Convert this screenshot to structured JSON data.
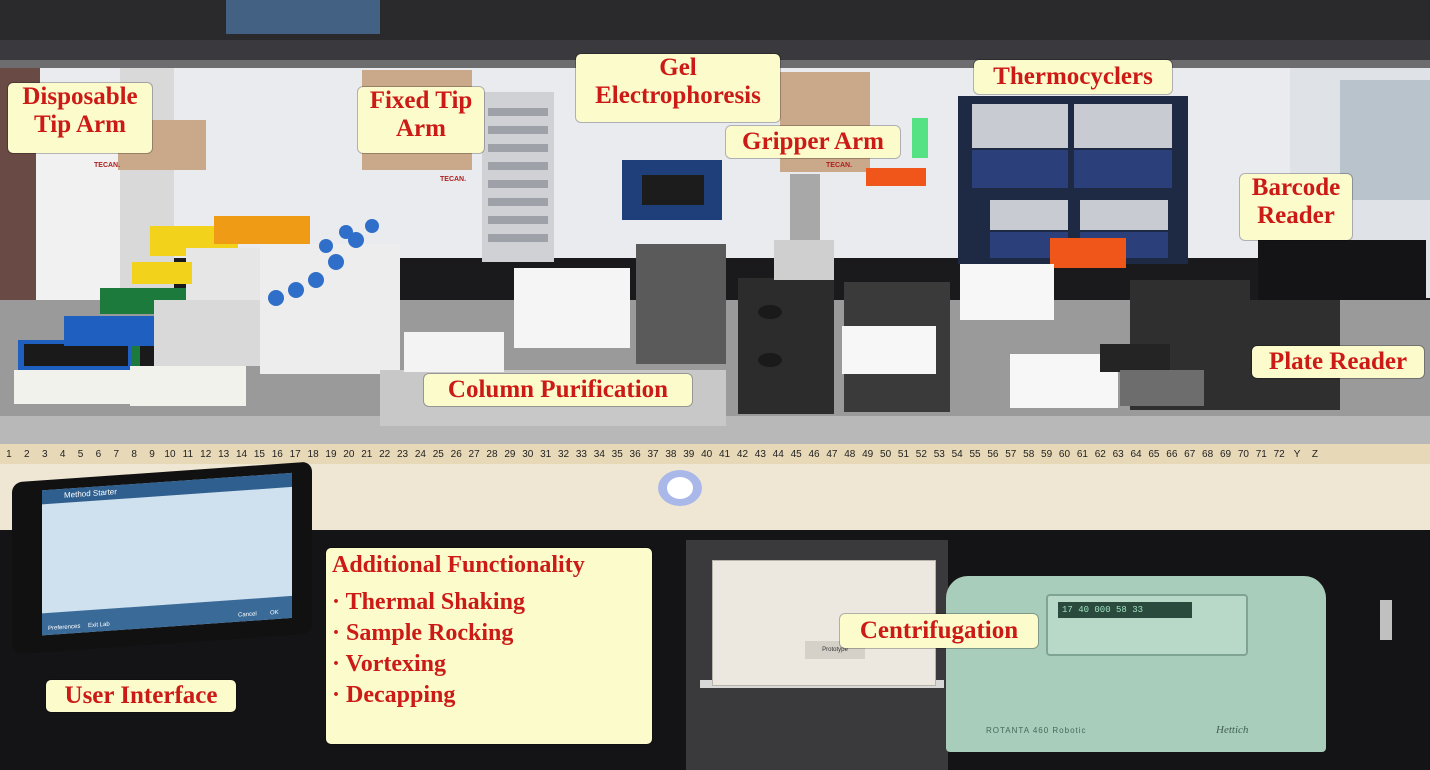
{
  "labels": {
    "disposable_tip_arm": [
      "Disposable",
      "Tip Arm"
    ],
    "fixed_tip_arm": [
      "Fixed Tip",
      "Arm"
    ],
    "gel_electrophoresis": [
      "Gel",
      "Electrophoresis"
    ],
    "gripper_arm": "Gripper Arm",
    "thermocyclers": "Thermocyclers",
    "barcode_reader": [
      "Barcode",
      "Reader"
    ],
    "plate_reader": "Plate Reader",
    "column_purification": "Column Purification",
    "additional_functionality": {
      "title": "Additional Functionality",
      "items": [
        "· Thermal Shaking",
        "· Sample Rocking",
        "· Vortexing",
        "· Decapping"
      ]
    },
    "centrifugation": "Centrifugation",
    "user_interface": "User Interface"
  },
  "device_text": {
    "tecan": "TECAN.",
    "tablet_title": "Method Starter",
    "tablet_footer_left": "Preferences",
    "tablet_footer_left2": "Exit Lab",
    "tablet_footer_right": "Cancel",
    "tablet_footer_right2": "OK",
    "centrifuge_model": "ROTANTA 460 Robotic",
    "centrifuge_brand": "Hettich",
    "cabinet_tag": "Prototype",
    "ruler_end": [
      "Y",
      "Z"
    ]
  },
  "ruler": {
    "count": 72
  },
  "colors": {
    "label_bg": "#fbfbcc",
    "label_text": "#cc1a16",
    "deck": "#9a9a9a",
    "tip_box_blue": "#1f5fbf",
    "tip_box_green": "#1d7a3d",
    "tip_box_yellow": "#f2d21a",
    "tip_box_orange": "#f09b16",
    "tube_cap_orange": "#f0561a",
    "centrifuge_green": "#a9cdbb"
  }
}
